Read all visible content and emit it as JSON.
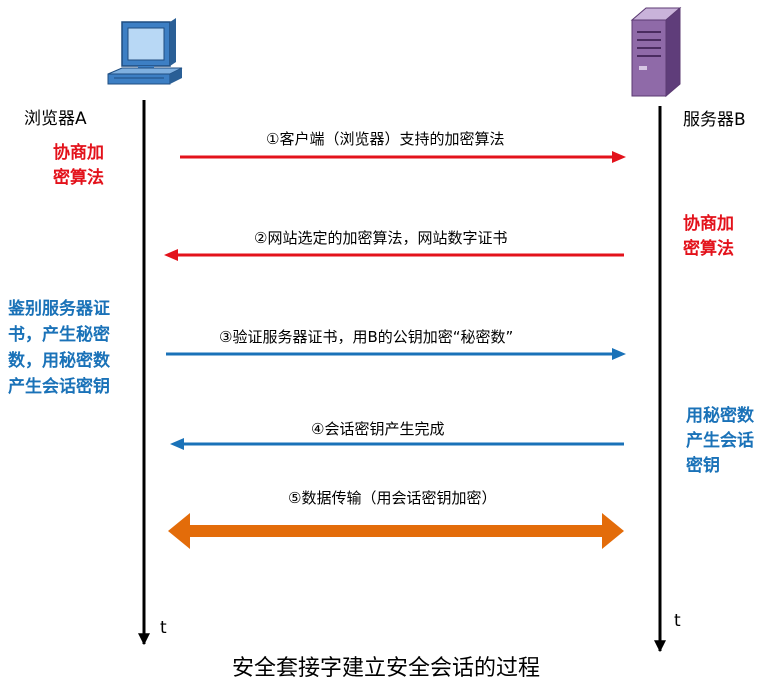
{
  "endpoints": {
    "browser": {
      "label": "浏览器A",
      "icon": "computer-icon"
    },
    "server": {
      "label": "服务器B",
      "icon": "server-icon"
    }
  },
  "messages": [
    {
      "label": "①客户端（浏览器）支持的加密算法",
      "direction": "A-to-B",
      "color": "#e3121b"
    },
    {
      "label": "②网站选定的加密算法，网站数字证书",
      "direction": "B-to-A",
      "color": "#e3121b"
    },
    {
      "label": "③验证服务器证书，用B的公钥加密“秘密数”",
      "direction": "A-to-B",
      "color": "#1a72b8"
    },
    {
      "label": "④会话密钥产生完成",
      "direction": "B-to-A",
      "color": "#1a72b8"
    },
    {
      "label": "⑤数据传输（用会话密钥加密）",
      "direction": "both",
      "color": "#e36c0a"
    }
  ],
  "notes": {
    "browser_negotiate": {
      "lines": [
        "协商加",
        "密算法"
      ],
      "color": "#e3121b"
    },
    "server_negotiate": {
      "lines": [
        "协商加",
        "密算法"
      ],
      "color": "#e3121b"
    },
    "browser_verify": {
      "lines": [
        "鉴别服务器证",
        "书，产生秘密",
        "数，用秘密数",
        "产生会话密钥"
      ],
      "color": "#1a72b8"
    },
    "server_generate": {
      "lines": [
        "用秘密数",
        "产生会话",
        "密钥"
      ],
      "color": "#1a72b8"
    }
  },
  "time_label": "t",
  "caption": "安全套接字建立安全会话的过程"
}
